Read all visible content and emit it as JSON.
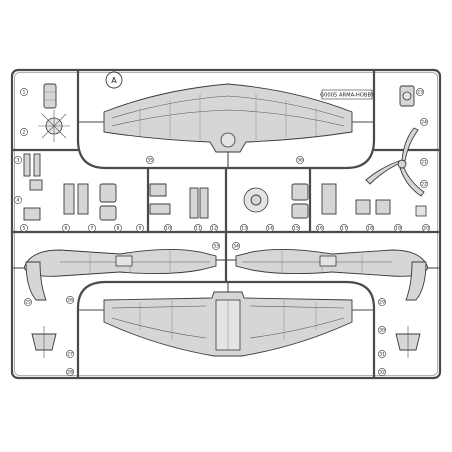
{
  "sprue": {
    "letter": "A",
    "code_label": "G0005 ARMA-HOBBY"
  },
  "part_numbers": [
    "1",
    "2",
    "3",
    "4",
    "5",
    "6",
    "7",
    "8",
    "9",
    "10",
    "11",
    "12",
    "13",
    "14",
    "15",
    "16",
    "17",
    "18",
    "19",
    "20",
    "21",
    "22",
    "23",
    "24",
    "25",
    "26",
    "27",
    "28",
    "29",
    "30",
    "31",
    "32",
    "33",
    "34",
    "35",
    "36"
  ],
  "colors": {
    "plastic": "#d6d6d6",
    "outline": "#3a3a3a",
    "background": "#ffffff"
  }
}
